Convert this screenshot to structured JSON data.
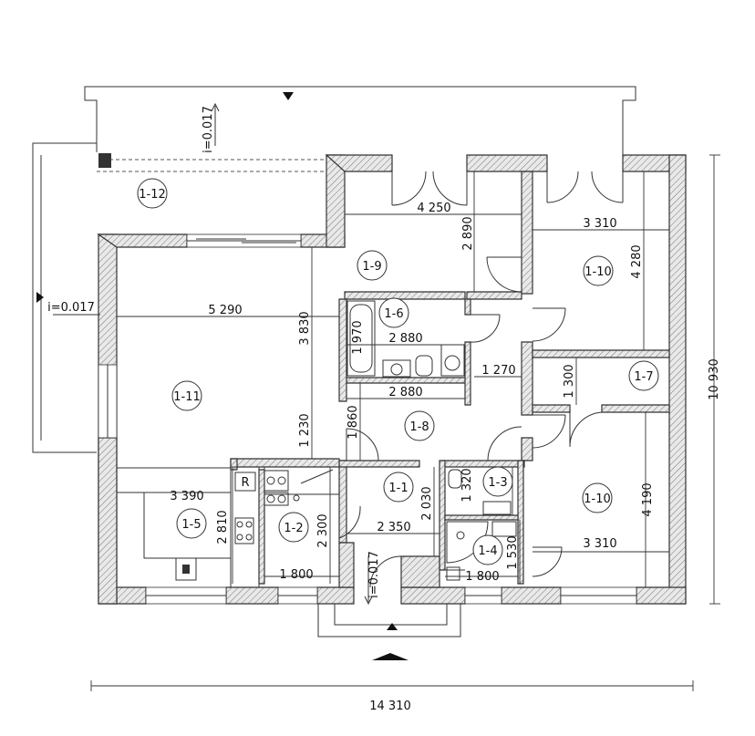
{
  "rooms": [
    {
      "id": "r1_12",
      "label": "1-12"
    },
    {
      "id": "r1_9",
      "label": "1-9"
    },
    {
      "id": "r1_10a",
      "label": "1-10"
    },
    {
      "id": "r1_6",
      "label": "1-6"
    },
    {
      "id": "r1_7",
      "label": "1-7"
    },
    {
      "id": "r1_11",
      "label": "1-11"
    },
    {
      "id": "r1_8",
      "label": "1-8"
    },
    {
      "id": "r1_1",
      "label": "1-1"
    },
    {
      "id": "r1_3",
      "label": "1-3"
    },
    {
      "id": "r1_10b",
      "label": "1-10"
    },
    {
      "id": "r1_5",
      "label": "1-5"
    },
    {
      "id": "r1_2",
      "label": "1-2"
    },
    {
      "id": "r1_4",
      "label": "1-4"
    }
  ],
  "dimensions": {
    "d4250": "4 250",
    "d2890": "2 890",
    "d3310a": "3 310",
    "d4280": "4 280",
    "d5290": "5 290",
    "d3830": "3 830",
    "d1970": "1 970",
    "d2880a": "2 880",
    "d1270": "1 270",
    "d1300": "1 300",
    "d2880b": "2 880",
    "d1230": "1 230",
    "d1860": "1 860",
    "d10930": "10 930",
    "d2030": "2 030",
    "d1320": "1 320",
    "d3390": "3 390",
    "d2810": "2 810",
    "d2300": "2 300",
    "d2350": "2 350",
    "d4190": "4 190",
    "d1530": "1 530",
    "d3310b": "3 310",
    "d1800a": "1 800",
    "d1800b": "1 800",
    "d14310": "14 310"
  },
  "slopes": {
    "top": "i=0.017",
    "left": "i=0.017",
    "entry": "i=0.017"
  },
  "symbols": {
    "fridge": "R"
  }
}
